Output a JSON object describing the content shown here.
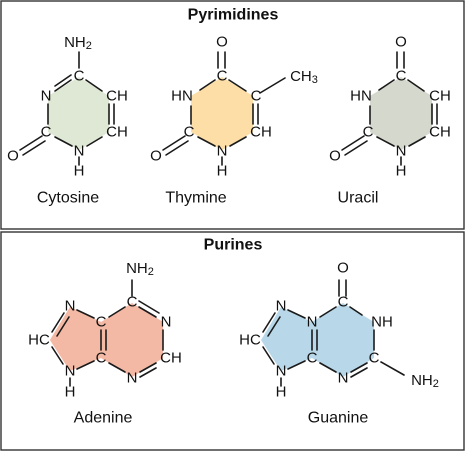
{
  "sections": {
    "pyrimidines": {
      "heading": "Pyrimidines"
    },
    "purines": {
      "heading": "Purines"
    }
  },
  "molecules": {
    "cytosine": {
      "name": "Cytosine",
      "color": "#dfe8d5"
    },
    "thymine": {
      "name": "Thymine",
      "color": "#fcdea6"
    },
    "uracil": {
      "name": "Uracil",
      "color": "#d5d8cd"
    },
    "adenine": {
      "name": "Adenine",
      "color": "#f4b9a5"
    },
    "guanine": {
      "name": "Guanine",
      "color": "#b8d8ea"
    }
  },
  "atoms": {
    "C": "C",
    "N": "N",
    "H": "H",
    "O": "O",
    "CH": "CH",
    "HC": "HC",
    "HN": "HN",
    "NH": "NH",
    "NH2_main": "NH",
    "sub2": "2",
    "CH3_main": "CH",
    "sub3": "3"
  }
}
